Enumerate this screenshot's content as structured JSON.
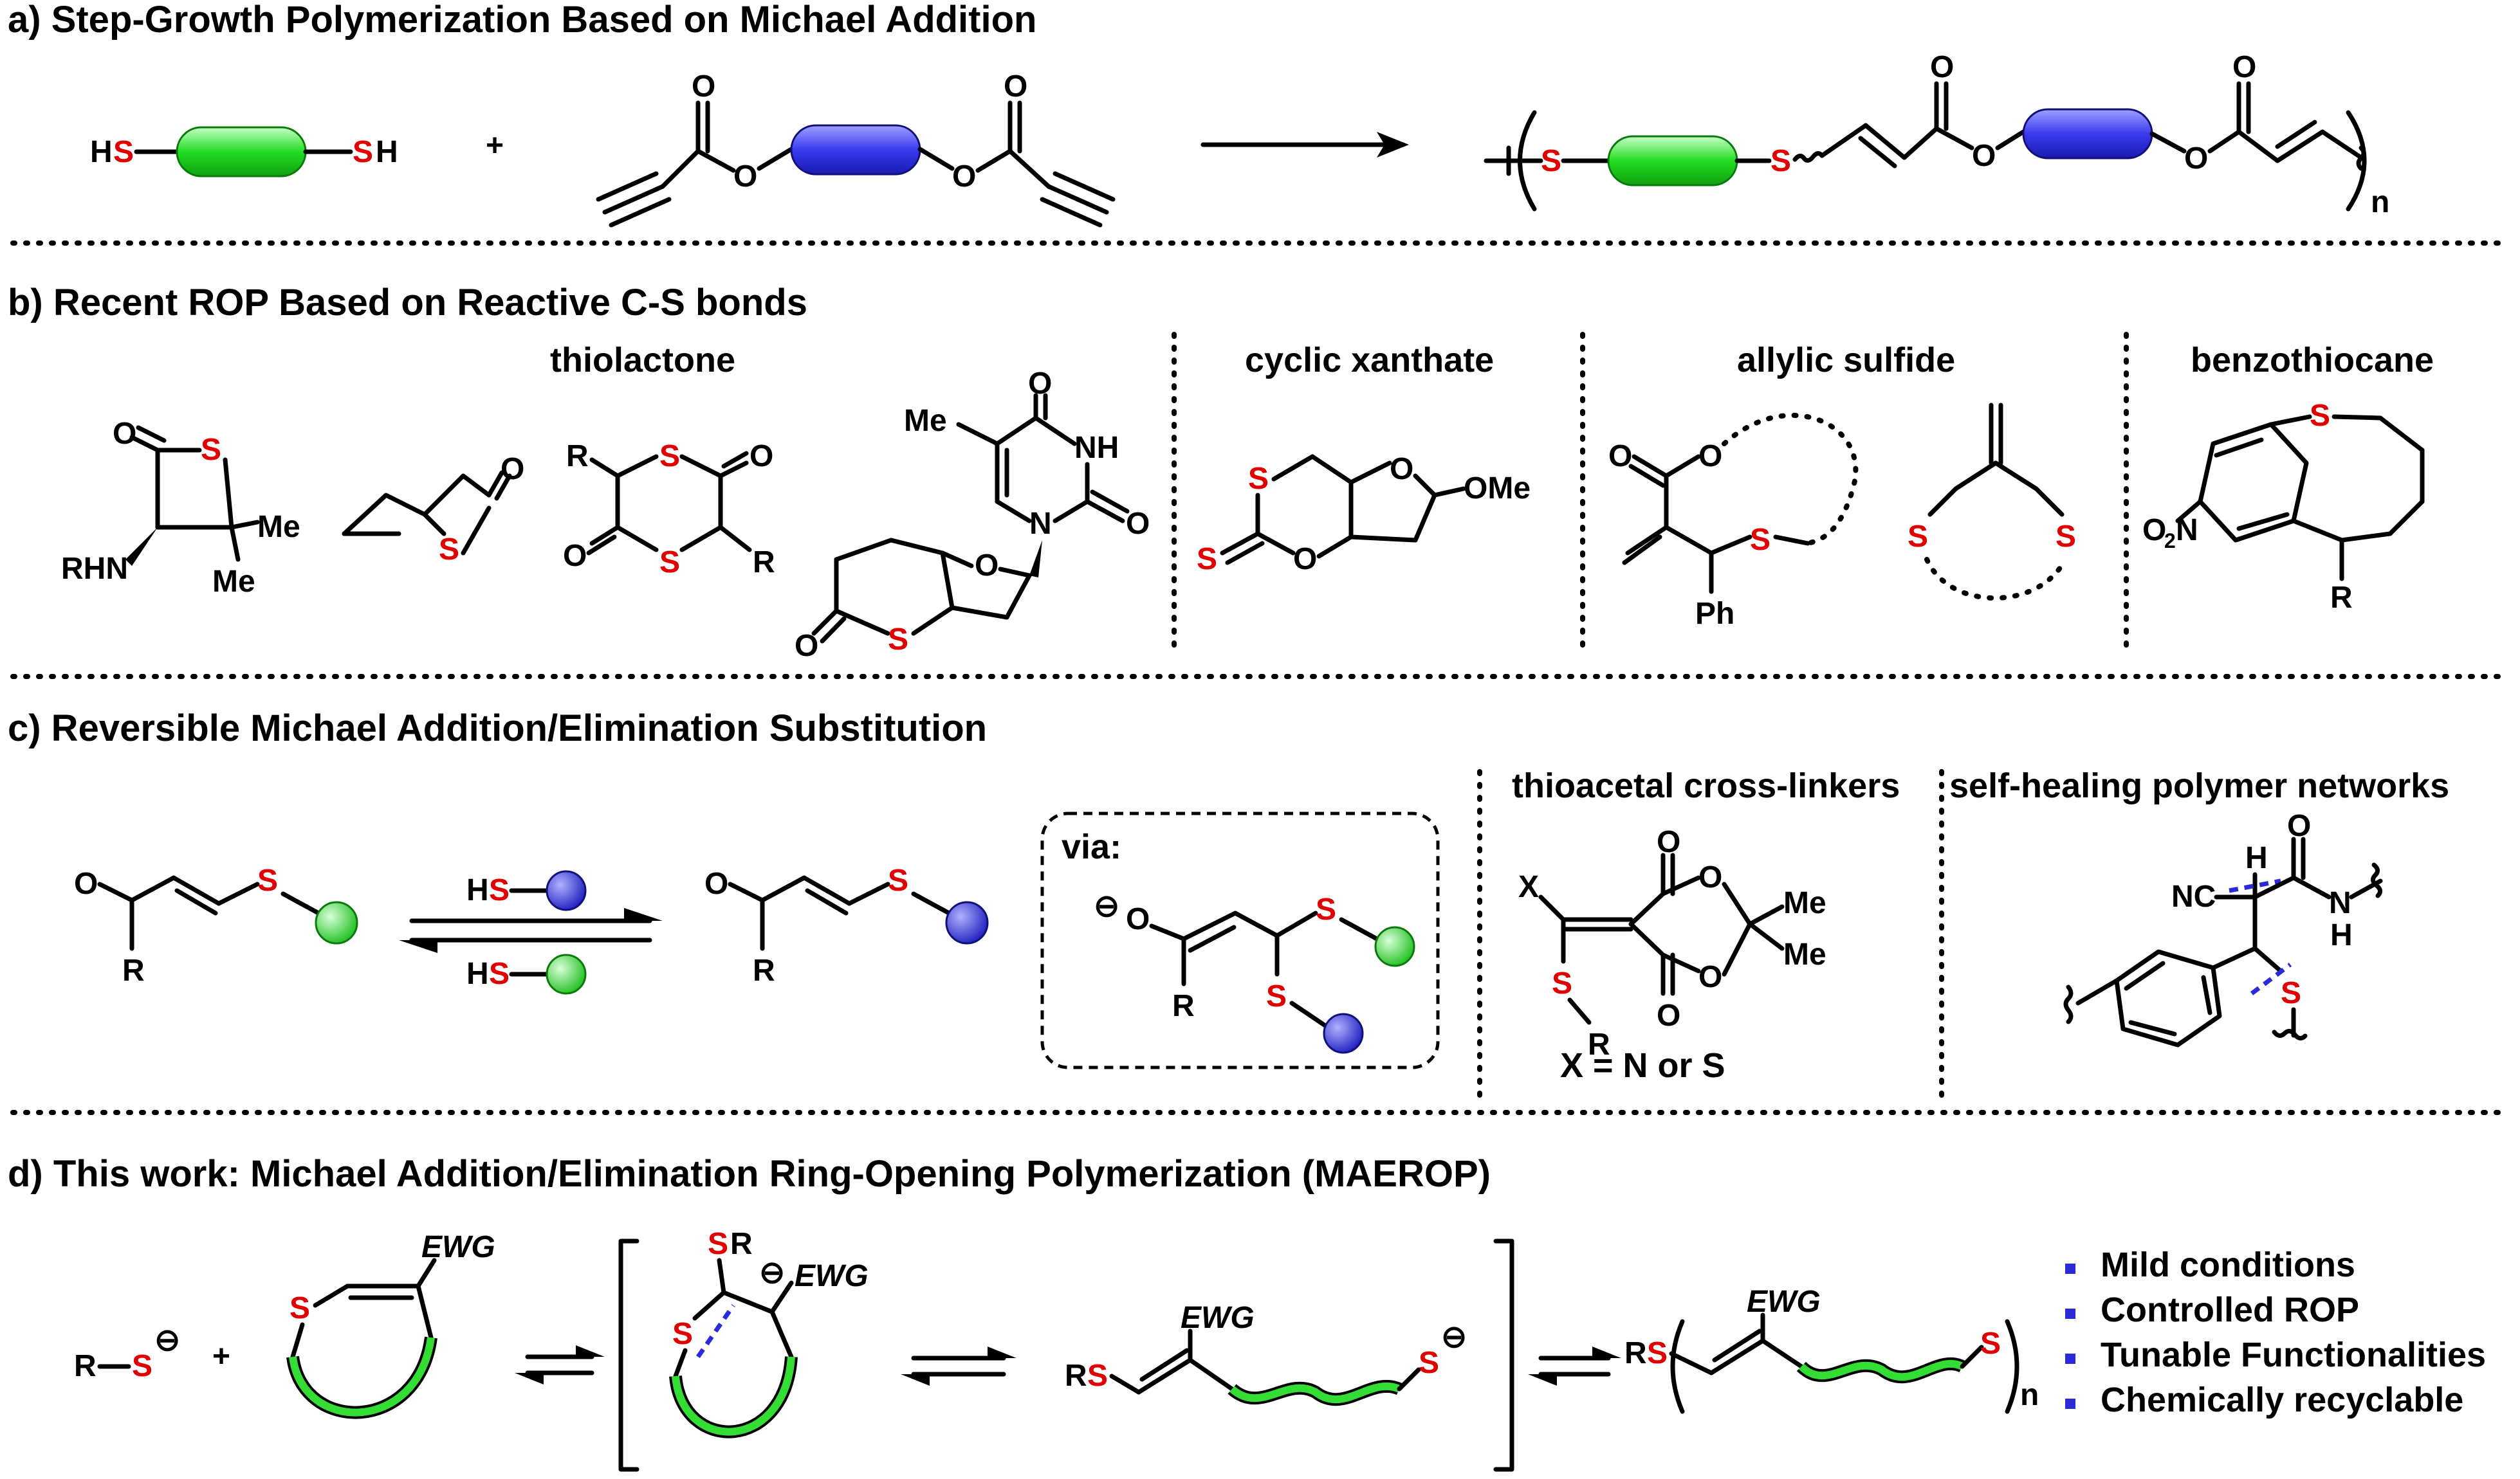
{
  "panel_a": {
    "title": "a) Step-Growth Polymerization Based on Michael Addition",
    "plus": "+",
    "hs": "H",
    "s": "S",
    "sh_h": "H",
    "o": "O",
    "n": "n"
  },
  "panel_b": {
    "title": "b) Recent ROP Based on Reactive C-S bonds",
    "labels": {
      "thiolactone": "thiolactone",
      "cyclic_xanthate": "cyclic xanthate",
      "allylic_sulfide": "allylic sulfide",
      "benzothiocane": "benzothiocane"
    },
    "atoms": {
      "S": "S",
      "O": "O",
      "N": "N",
      "H": "H",
      "Me": "Me",
      "R": "R",
      "RHN": "RHN",
      "NH": "NH",
      "OMe": "OMe",
      "Ph": "Ph",
      "O2N_O": "O",
      "O2N_2": "2",
      "O2N_N": "N"
    }
  },
  "panel_c": {
    "title": "c) Reversible Michael Addition/Elimination Substitution",
    "via": "via:",
    "labels": {
      "thioacetal": "thioacetal cross-linkers",
      "self_healing": "self-healing polymer networks",
      "x_eq": "X = N or S"
    },
    "atoms": {
      "O": "O",
      "R": "R",
      "S": "S",
      "H": "H",
      "X": "X",
      "Me": "Me",
      "NC": "NC",
      "N": "N",
      "minus": "⊖"
    }
  },
  "panel_d": {
    "title": "d) This work: Michael Addition/Elimination Ring-Opening Polymerization (MAEROP)",
    "ewg": "EWG",
    "atoms": {
      "R": "R",
      "S": "S",
      "SR_R": "R",
      "RS_R": "R",
      "minus": "⊖",
      "plus": "+",
      "n": "n"
    },
    "features": [
      "Mild conditions",
      "Controlled ROP",
      "Tunable Functionalities",
      "Chemically recyclable"
    ]
  },
  "colors": {
    "sulfur": "#e10000",
    "green_block": "#22dd22",
    "blue_block": "#3a3af0",
    "bullet_blue": "#2a2ad8"
  }
}
